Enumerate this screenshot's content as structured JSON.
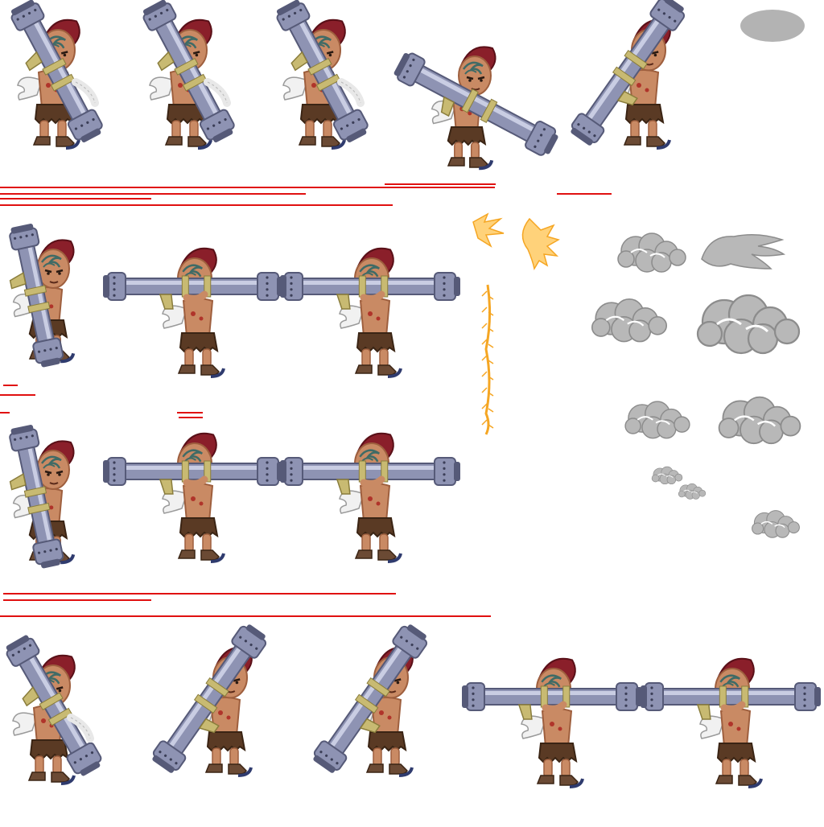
{
  "sheet": {
    "kind": "sprite-sheet",
    "background": "#ffffff",
    "guide_color": "#e01010",
    "palette": {
      "hair": "#8a1f2a",
      "hair_dark": "#5a1018",
      "skin": "#c98a64",
      "skin_dark": "#9e5f3e",
      "tattoo": "#3f6b66",
      "skirt": "#5a3a24",
      "skirt_dark": "#3a2414",
      "bazooka": "#8e93b3",
      "bazooka_light": "#c9cde3",
      "bazooka_dark": "#565a78",
      "brass": "#c8ba72",
      "wing": "#f1f1f1",
      "wrap": "#e8e8e8",
      "boot": "#6b4a34",
      "spark": "#f5a623",
      "smoke": "#b8b8b8",
      "smoke_dark": "#8c8c8c",
      "shadow": "#b3b3b3"
    },
    "poses": {
      "idle": "shoulder-bazooka-vertical",
      "aim": "bazooka-horizontal-aim",
      "swing": "bazooka-diagonal",
      "crouch": "crouched-hold"
    },
    "effects": [
      "muzzle-flash",
      "spark-streak",
      "smoke-puff"
    ]
  }
}
